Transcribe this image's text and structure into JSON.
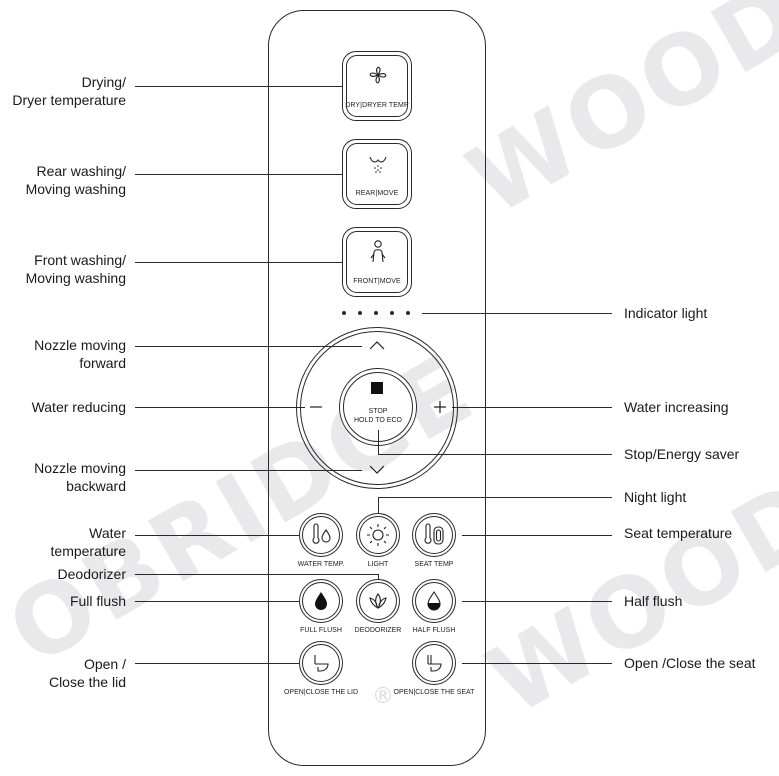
{
  "watermark": {
    "text_top": "WOOD",
    "text_mid": "OBRIDGE",
    "text_low": "WOOD",
    "mark": "®"
  },
  "buttons": {
    "dry": "DRY|DRYER TEMP",
    "rear": "REAR|MOVE",
    "front": "FRONT|MOVE",
    "stop_line1": "STOP",
    "stop_line2": "HOLD TO ECO",
    "water_temp": "WATER TEMP.",
    "light": "LIGHT",
    "seat_temp": "SEAT TEMP",
    "full_flush": "FULL FLUSH",
    "deodorizer": "DEODORIZER",
    "half_flush": "HALF FLUSH",
    "open_lid": "OPEN|CLOSE THE LID",
    "open_seat": "OPEN|CLOSE THE SEAT"
  },
  "annotations": {
    "drying_1": "Drying/",
    "drying_2": "Dryer temperature",
    "rear_1": "Rear washing/",
    "rear_2": "Moving washing",
    "front_1": "Front washing/",
    "front_2": "Moving washing",
    "indicator": "Indicator light",
    "nozzle_fwd_1": "Nozzle moving",
    "nozzle_fwd_2": "forward",
    "water_reducing": "Water reducing",
    "water_increasing": "Water increasing",
    "stop_saver": "Stop/Energy saver",
    "nozzle_back_1": "Nozzle moving",
    "nozzle_back_2": "backward",
    "night_light": "Night light",
    "water_temp_1": "Water",
    "water_temp_2": "temperature",
    "seat_temperature": "Seat temperature",
    "deodorizer": "Deodorizer",
    "full_flush": "Full flush",
    "half_flush": "Half flush",
    "open_lid_1": "Open /",
    "open_lid_2": "Close the lid",
    "open_seat": "Open /Close the seat"
  },
  "dial_symbols": {
    "up": "∧",
    "down": "∨",
    "minus": "−",
    "plus": "+"
  },
  "indicator_count": 5
}
